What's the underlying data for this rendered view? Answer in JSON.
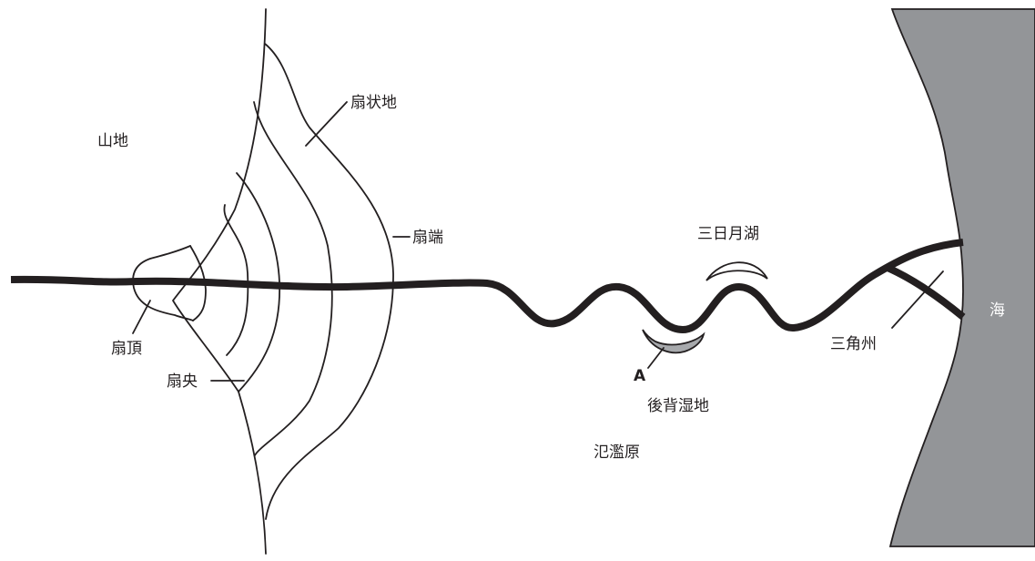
{
  "labels": {
    "mountain": "山地",
    "alluvial_fan": "扇状地",
    "fan_end": "扇端",
    "fan_top": "扇頂",
    "fan_middle": "扇央",
    "oxbow_lake": "三日月湖",
    "point_a": "A",
    "backswamp": "後背湿地",
    "floodplain": "氾濫原",
    "delta": "三角州",
    "sea": "海"
  },
  "colors": {
    "ink": "#231f20",
    "sea_fill": "#939598",
    "backswamp_fill": "#a7a9ac",
    "background": "#ffffff"
  }
}
